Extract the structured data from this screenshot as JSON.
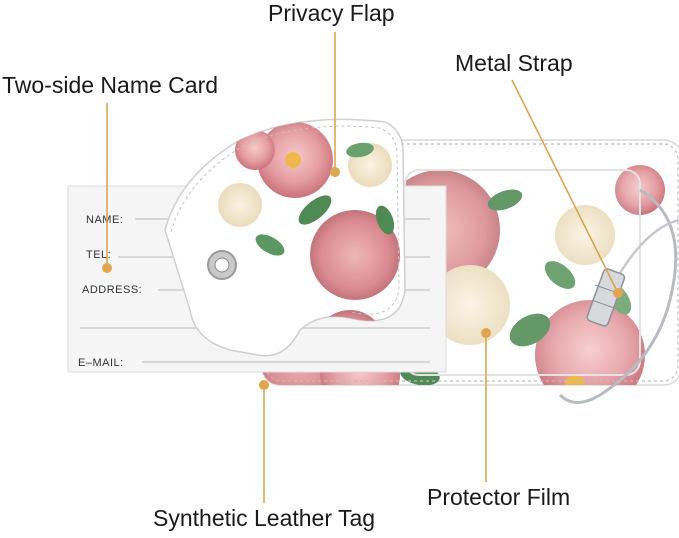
{
  "callouts": {
    "privacy_flap": "Privacy Flap",
    "name_card": "Two-side Name Card",
    "metal_strap": "Metal Strap",
    "protector_film": "Protector Film",
    "leather_tag": "Synthetic Leather Tag"
  },
  "card_fields": {
    "name": "NAME:",
    "tel": "TEL:",
    "address": "ADDRESS:",
    "email": "E–MAIL:"
  },
  "colors": {
    "leader_line": "#d9a04a",
    "leader_dot": "#e0a550",
    "rose_pink": "#e8a3a8",
    "rose_dark": "#c9727a",
    "leaf_green": "#4f8a55",
    "card_gray": "#f5f5f5"
  }
}
